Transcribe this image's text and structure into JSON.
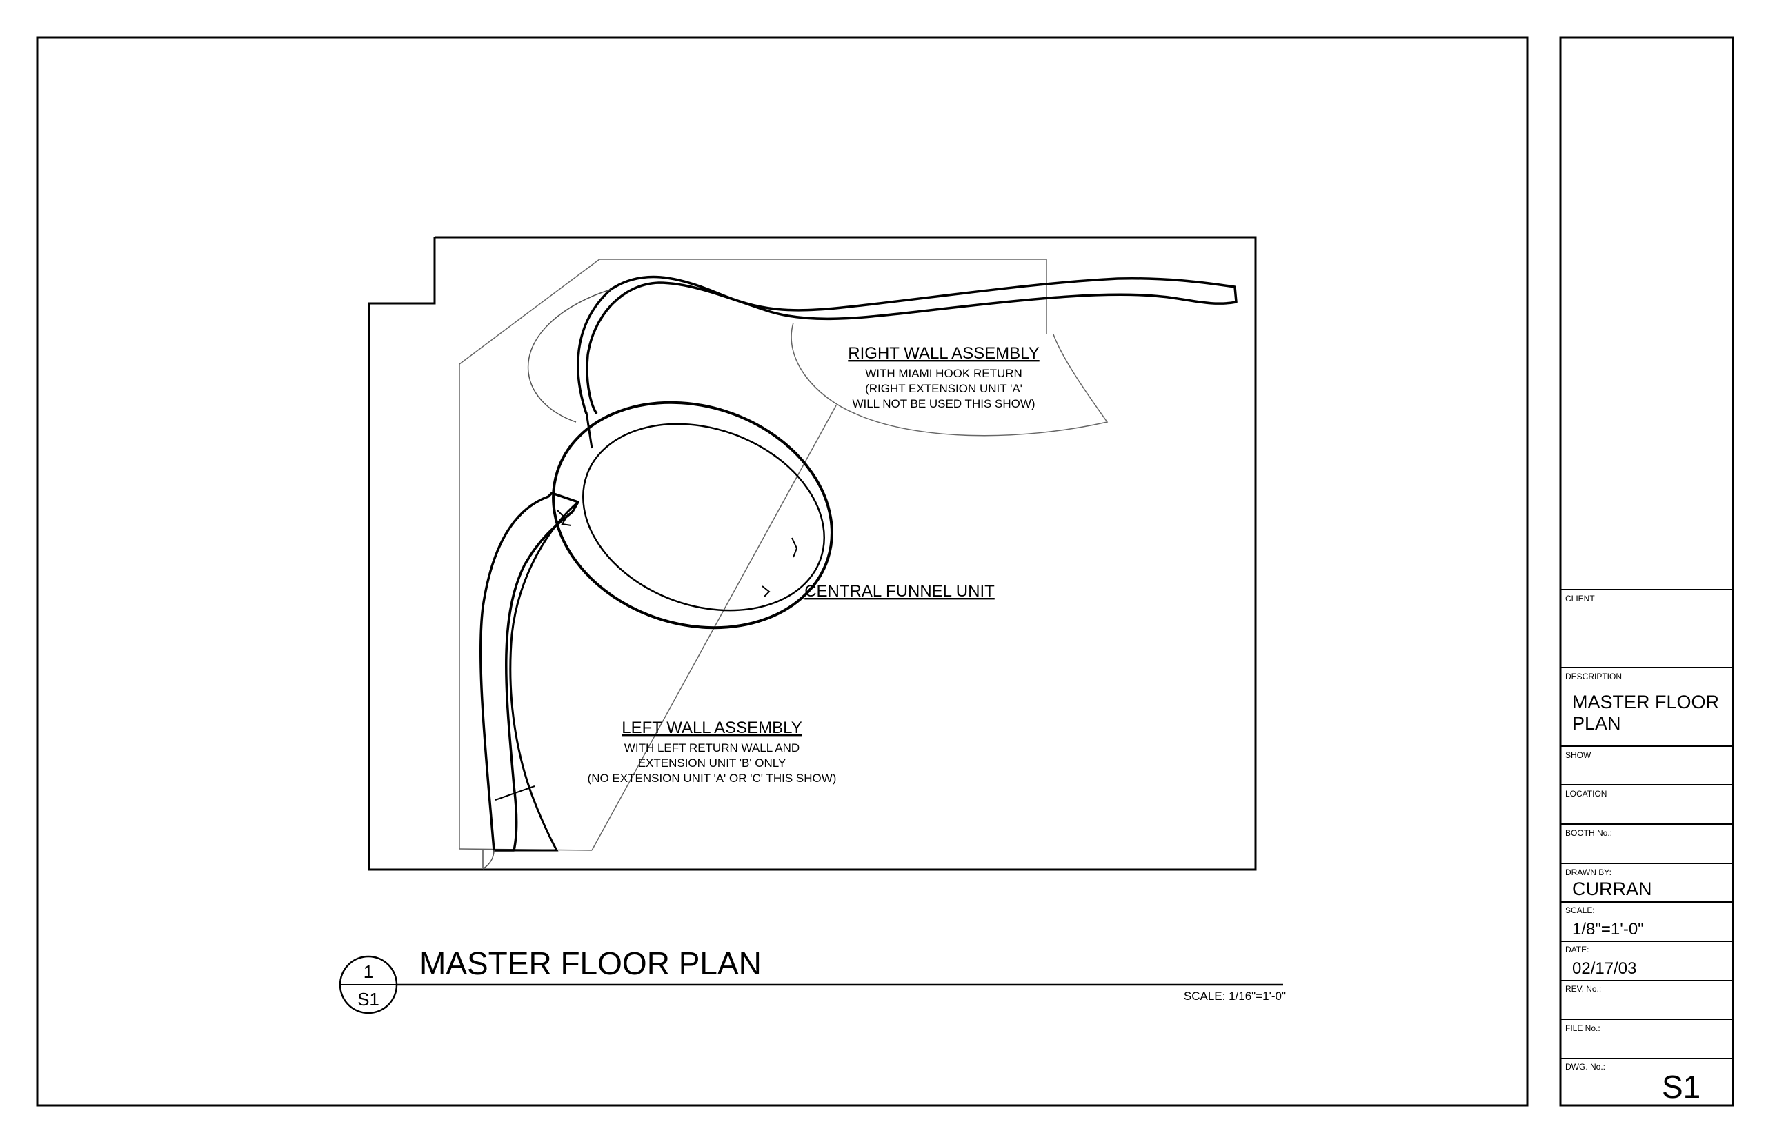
{
  "drawing": {
    "title": "MASTER FLOOR PLAN",
    "scale_note": "SCALE: 1/16\"=1'-0\"",
    "detail_number": "1",
    "detail_sheet": "S1"
  },
  "labels": {
    "right_wall": {
      "title": "RIGHT WALL ASSEMBLY",
      "lines": [
        "WITH MIAMI HOOK RETURN",
        "(RIGHT EXTENSION UNIT 'A'",
        "WILL NOT BE USED THIS SHOW)"
      ]
    },
    "central": {
      "title": "CENTRAL FUNNEL UNIT"
    },
    "left_wall": {
      "title": "LEFT WALL ASSEMBLY",
      "lines": [
        "WITH LEFT RETURN WALL AND",
        "EXTENSION UNIT 'B' ONLY",
        "(NO EXTENSION UNIT 'A' OR 'C' THIS SHOW)"
      ]
    }
  },
  "title_block": {
    "client": {
      "label": "CLIENT",
      "value": ""
    },
    "description": {
      "label": "DESCRIPTION",
      "value_lines": [
        "MASTER FLOOR",
        "PLAN"
      ]
    },
    "show": {
      "label": "SHOW",
      "value": ""
    },
    "location": {
      "label": "LOCATION",
      "value": ""
    },
    "booth": {
      "label": "BOOTH No.:",
      "value": ""
    },
    "drawn_by": {
      "label": "DRAWN BY:",
      "value": "CURRAN"
    },
    "scale": {
      "label": "SCALE:",
      "value": "1/8\"=1'-0\""
    },
    "date": {
      "label": "DATE:",
      "value": "02/17/03"
    },
    "rev": {
      "label": "REV. No.:",
      "value": ""
    },
    "file": {
      "label": "FILE No.:",
      "value": ""
    },
    "dwg": {
      "label": "DWG. No.:",
      "value": "S1"
    }
  },
  "colors": {
    "line": "#000000",
    "thin_line": "#555555",
    "paper": "#ffffff"
  }
}
